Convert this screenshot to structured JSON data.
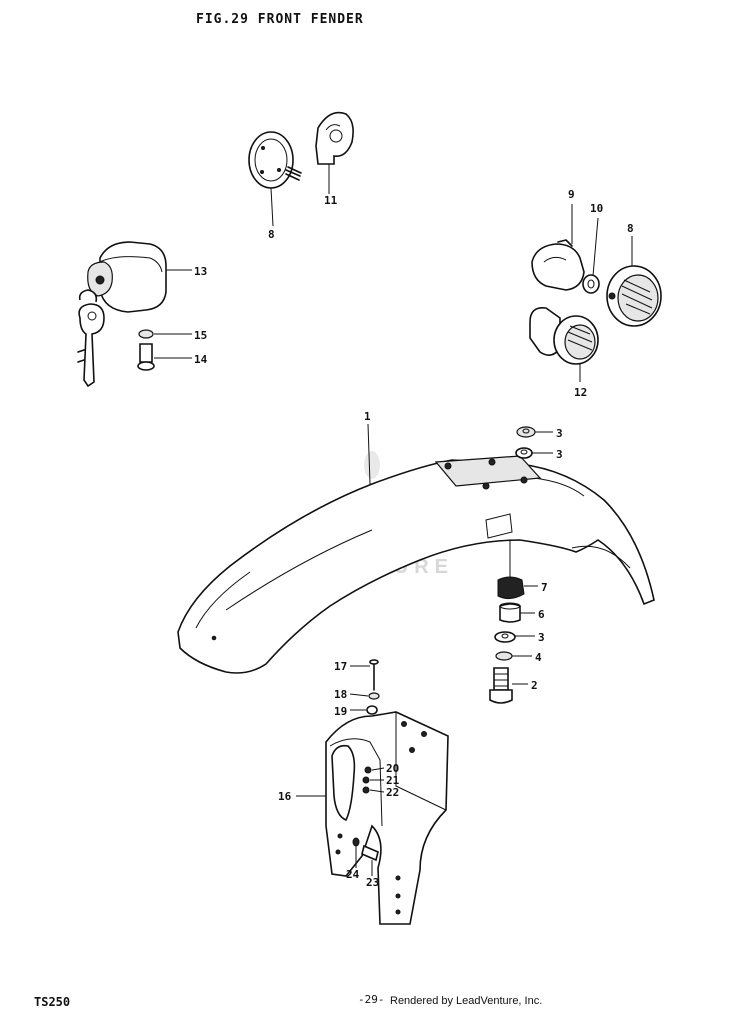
{
  "header": {
    "figure_title": "FIG.29  FRONT FENDER"
  },
  "footer": {
    "model": "TS250",
    "page_number": "-29-",
    "credit": "Rendered by LeadVenture, Inc."
  },
  "watermark": {
    "text": "LEADVENTURE"
  },
  "callouts": {
    "c1": "1",
    "c2": "2",
    "c3a": "3",
    "c3b": "3",
    "c3c": "3",
    "c4": "4",
    "c6": "6",
    "c7": "7",
    "c8a": "8",
    "c8b": "8",
    "c9": "9",
    "c10": "10",
    "c11": "11",
    "c12": "12",
    "c13": "13",
    "c14": "14",
    "c15": "15",
    "c16": "16",
    "c17": "17",
    "c18": "18",
    "c19": "19",
    "c20": "20",
    "c21": "21",
    "c22": "22",
    "c23": "23",
    "c24": "24"
  }
}
